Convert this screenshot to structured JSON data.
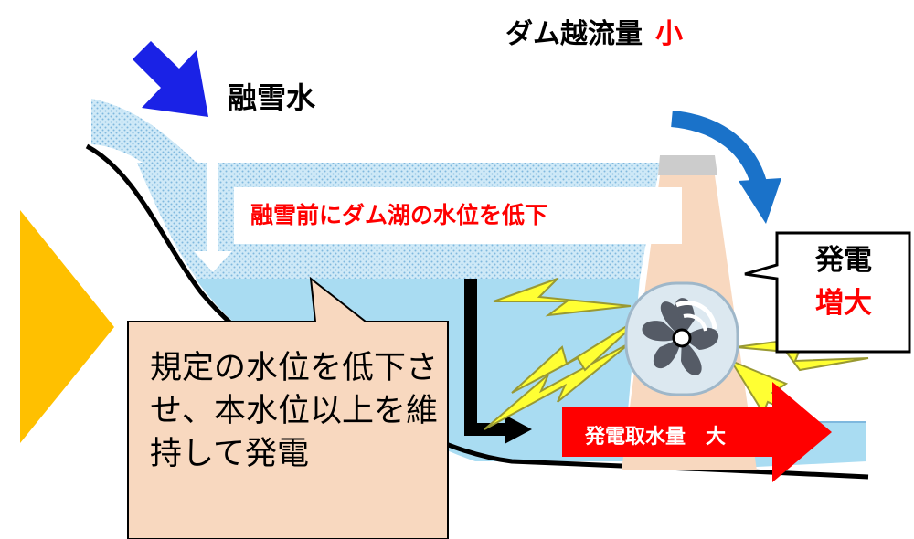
{
  "labels": {
    "dam_overflow": "ダム越流量",
    "dam_overflow_level": "小",
    "snowmelt": "融雪水",
    "lower_level": "融雪前にダム湖の水位を低下",
    "generation": "発電",
    "generation_change": "増大",
    "intake": "発電取水量　大",
    "callout": "規定の水位を低下させ、本水位以上を維持して発電"
  },
  "colors": {
    "water": "#cfe9f7",
    "water_dots": "#7fb8de",
    "lower_water": "#a9dcf2",
    "dam": "#f8d8bf",
    "blue_arrow": "#1a22e6",
    "curved_arrow": "#1a72c9",
    "yellow_arrow": "#ffc000",
    "red": "#ff0000",
    "lightning": "#ffff33",
    "callout_bg": "#f8d8bf"
  }
}
